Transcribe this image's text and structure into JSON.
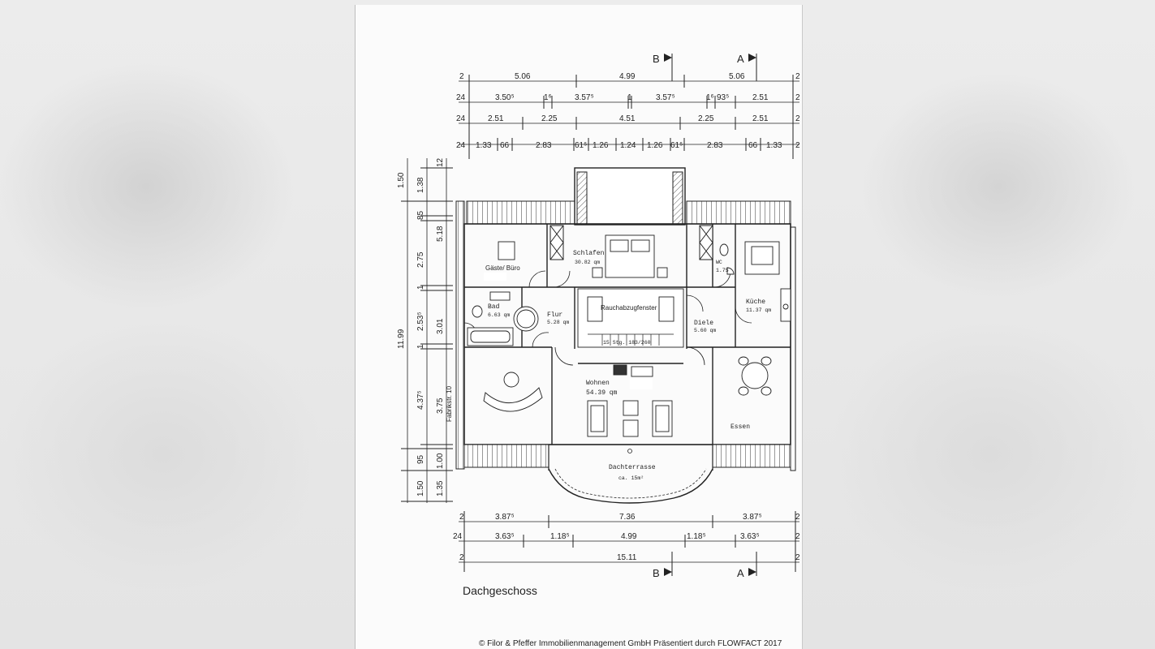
{
  "plan": {
    "title": "Dachgeschoss",
    "copyright": "© Filor & Pfeffer Immobilienmanagement GmbH Präsentiert durch FLOWFACT 2017",
    "street_label": "Fabrikstr. 10",
    "section_marks": {
      "b": "B",
      "a": "A"
    }
  },
  "rooms": {
    "gaeste": {
      "name": "Gäste/ Büro"
    },
    "schlafen": {
      "name": "Schlafen",
      "area": "30.82 qm"
    },
    "wc": {
      "name": "WC",
      "area": "1.75"
    },
    "bad": {
      "name": "Bad",
      "area": "6.63 qm"
    },
    "flur": {
      "name": "Flur",
      "area": "5.28 qm"
    },
    "diele": {
      "name": "Diele",
      "area": "5.60 qm"
    },
    "kueche": {
      "name": "Küche",
      "area": "11.37 qm"
    },
    "wohnen": {
      "name": "Wohnen",
      "area": "54.39 qm"
    },
    "essen": {
      "name": "Essen"
    },
    "terrasse": {
      "name": "Dachterrasse",
      "area": "ca. 15m²"
    }
  },
  "labels": {
    "rauch": "Rauchabzugfenster",
    "stair": "15 Stg. 183/260"
  },
  "dims": {
    "top1": [
      "2",
      "5.06",
      "4.99",
      "5.06",
      "2"
    ],
    "top2": [
      "24",
      "3.50⁵",
      "1⁶",
      "3.57⁵",
      "1",
      "3.57⁵",
      "1⁶",
      "93⁵",
      "2.51",
      "2"
    ],
    "top3": [
      "24",
      "2.51",
      "2.25",
      "4.51",
      "2.25",
      "2.51",
      "2"
    ],
    "top4": [
      "24",
      "1.33",
      "66",
      "2.83",
      "61⁵",
      "1.26",
      "1.24",
      "1.26",
      "61⁵",
      "2.83",
      "66",
      "1.33",
      "2"
    ],
    "bot1": [
      "2",
      "3.87⁵",
      "7.36",
      "3.87⁵",
      "2"
    ],
    "bot2": [
      "24",
      "3.63⁵",
      "1.18⁵",
      "4.99",
      "1.18⁵",
      "3.63⁵",
      "2"
    ],
    "bot3": [
      "2",
      "15.11",
      "2"
    ],
    "left_outer": [
      "1.50",
      "5.18",
      "11.99",
      "95",
      "1.50"
    ],
    "left_inner": [
      "12",
      "1.38",
      "85",
      "2.75",
      "1",
      "2.53⁵",
      "3.01",
      "1",
      "4.37⁵",
      "3.75",
      "1.00",
      "1.35"
    ]
  }
}
